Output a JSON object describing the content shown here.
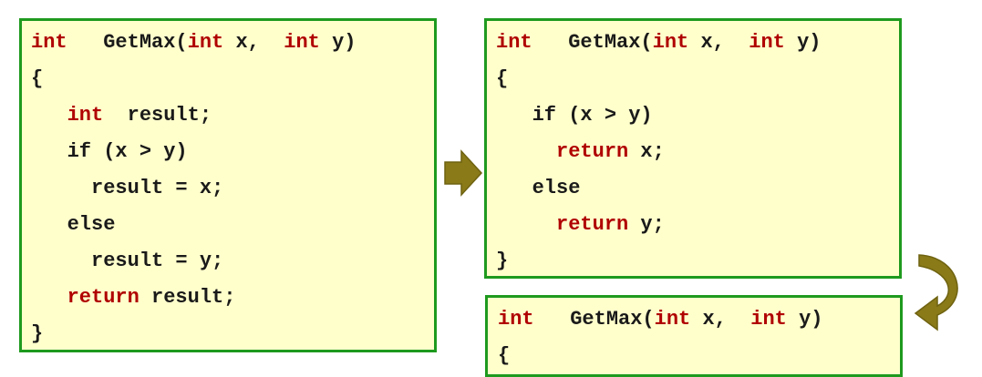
{
  "colors": {
    "box_fill": "#ffffcc",
    "box_border": "#1e9a1e",
    "keyword": "#b00000",
    "text": "#1a1a1a",
    "arrow": "#8a7a18"
  },
  "icons": {
    "right_arrow": "right-arrow-icon",
    "curved_arrow": "curved-down-left-arrow-icon"
  },
  "box1": {
    "lines": [
      [
        {
          "t": "int",
          "kw": true
        },
        {
          "t": "   GetMax("
        },
        {
          "t": "int",
          "kw": true
        },
        {
          "t": " x,  "
        },
        {
          "t": "int",
          "kw": true
        },
        {
          "t": " y)"
        }
      ],
      [
        {
          "t": "{"
        }
      ],
      [
        {
          "t": "   "
        },
        {
          "t": "int",
          "kw": true
        },
        {
          "t": "  result;"
        }
      ],
      [
        {
          "t": "   if (x > y)"
        }
      ],
      [
        {
          "t": "     result = x;"
        }
      ],
      [
        {
          "t": "   else"
        }
      ],
      [
        {
          "t": "     result = y;"
        }
      ],
      [
        {
          "t": "   "
        },
        {
          "t": "return",
          "kw": true
        },
        {
          "t": " result;"
        }
      ],
      [
        {
          "t": "}"
        }
      ]
    ]
  },
  "box2": {
    "lines": [
      [
        {
          "t": "int",
          "kw": true
        },
        {
          "t": "   GetMax("
        },
        {
          "t": "int",
          "kw": true
        },
        {
          "t": " x,  "
        },
        {
          "t": "int",
          "kw": true
        },
        {
          "t": " y)"
        }
      ],
      [
        {
          "t": "{"
        }
      ],
      [
        {
          "t": "   if (x > y)"
        }
      ],
      [
        {
          "t": "     "
        },
        {
          "t": "return",
          "kw": true
        },
        {
          "t": " x;"
        }
      ],
      [
        {
          "t": "   else"
        }
      ],
      [
        {
          "t": "     "
        },
        {
          "t": "return",
          "kw": true
        },
        {
          "t": " y;"
        }
      ],
      [
        {
          "t": "}"
        }
      ]
    ]
  },
  "box3": {
    "lines": [
      [
        {
          "t": "int",
          "kw": true
        },
        {
          "t": "   GetMax("
        },
        {
          "t": "int",
          "kw": true
        },
        {
          "t": " x,  "
        },
        {
          "t": "int",
          "kw": true
        },
        {
          "t": " y)"
        }
      ],
      [
        {
          "t": "{"
        }
      ]
    ]
  }
}
